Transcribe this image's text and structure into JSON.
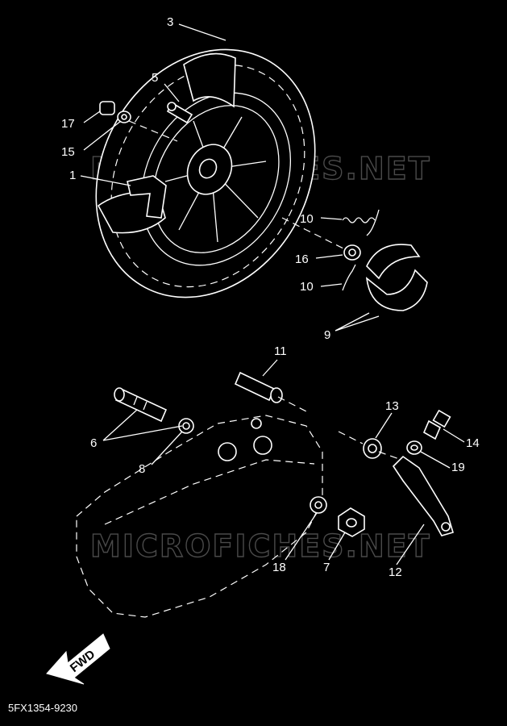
{
  "watermark": "MICROFICHES.NET",
  "fwd_label": "FWD",
  "diagram_code": "5FX1354-9230",
  "callouts": [
    "3",
    "5",
    "17",
    "15",
    "1",
    "10",
    "16",
    "10",
    "9",
    "11",
    "6",
    "8",
    "13",
    "14",
    "19",
    "18",
    "7",
    "12"
  ]
}
